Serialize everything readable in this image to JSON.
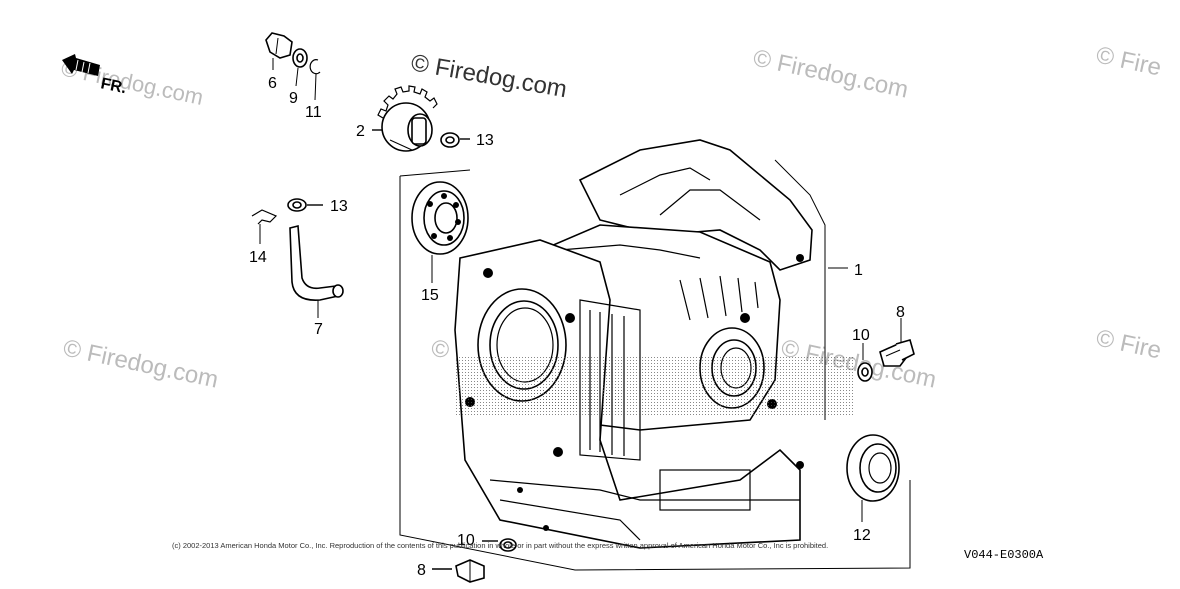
{
  "watermarks": {
    "top_left": "© Firedog.com",
    "top_center": "© Firedog.com",
    "top_right": "© Firedog.com",
    "top_far_right": "© Fire",
    "mid_left": "© Firedog.com",
    "mid_center": "© Firedog.com",
    "mid_right": "© Firedog.com",
    "mid_far_right": "© Fire"
  },
  "direction_label": "FR.",
  "callouts": {
    "c1": "1",
    "c2": "2",
    "c6": "6",
    "c7": "7",
    "c8a": "8",
    "c8b": "8",
    "c9": "9",
    "c10a": "10",
    "c10b": "10",
    "c11": "11",
    "c12": "12",
    "c13a": "13",
    "c13b": "13",
    "c14": "14",
    "c15": "15"
  },
  "copyright": "(c) 2002-2013 American Honda Motor Co., Inc. Reproduction of the contents of this publication in whole or in part without the express written approval of American Honda Motor Co., Inc is prohibited.",
  "diagram_code": "V044-E0300A"
}
